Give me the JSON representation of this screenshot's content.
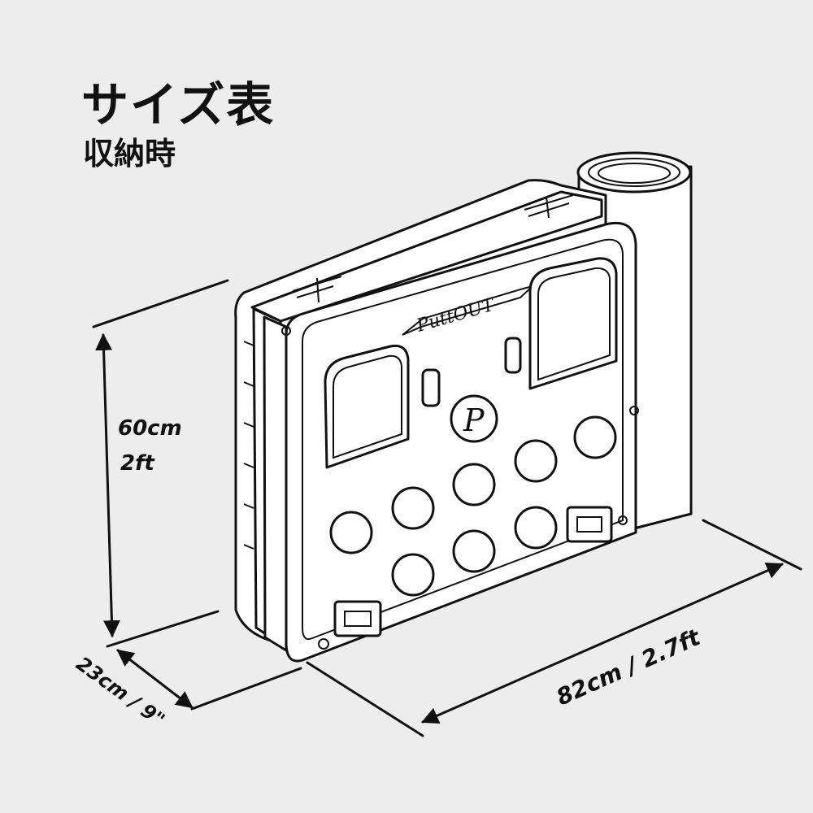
{
  "header": {
    "title": "サイズ表",
    "subtitle": "収納時"
  },
  "product": {
    "brand_text": "PuttOUT",
    "logo_letter": "P"
  },
  "dimensions": {
    "height_cm": "60cm",
    "height_ft": "2ft",
    "depth": "23cm / 9\"",
    "width": "82cm / 2.7ft"
  },
  "colors": {
    "background": "#ededed",
    "line": "#111111",
    "fill": "#ffffff"
  }
}
